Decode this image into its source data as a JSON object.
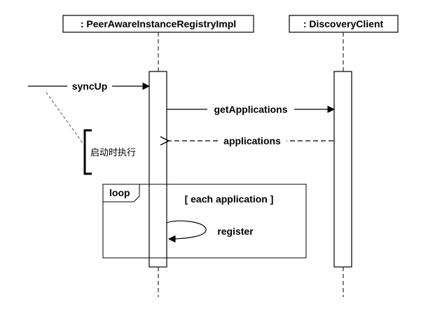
{
  "lifelines": [
    {
      "id": "registry",
      "label": ": PeerAwareInstanceRegistryImpl"
    },
    {
      "id": "discovery",
      "label": ": DiscoveryClient"
    }
  ],
  "messages": {
    "sync_up": "syncUp",
    "get_applications": "getApplications",
    "applications": "applications",
    "register": "register"
  },
  "note": {
    "text": "启动时执行"
  },
  "loop": {
    "operator": "loop",
    "guard": "[ each application ]"
  },
  "colors": {
    "stroke": "#000000",
    "background": "#ffffff",
    "box_fill": "#ffffff"
  }
}
